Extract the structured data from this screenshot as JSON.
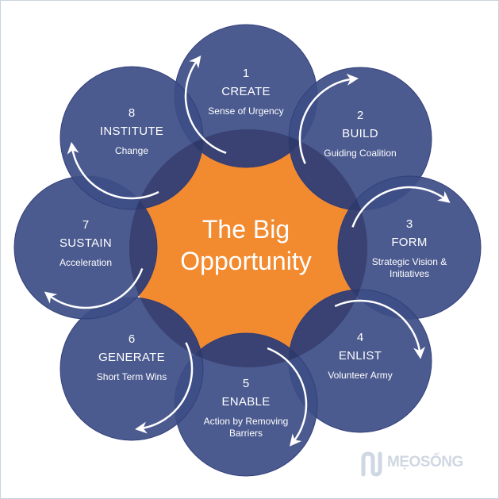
{
  "colors": {
    "circle_fill": "#3d4d86",
    "circle_overlap": "#2c3566",
    "center_fill": "#f28a30",
    "text": "#ffffff",
    "arrow": "#ffffff"
  },
  "center": {
    "line1": "The Big",
    "line2": "Opportunity"
  },
  "steps": [
    {
      "number": "1",
      "title": "CREATE",
      "sub1": "Sense of Urgency",
      "sub2": ""
    },
    {
      "number": "2",
      "title": "BUILD",
      "sub1": "Guiding Coalition",
      "sub2": ""
    },
    {
      "number": "3",
      "title": "FORM",
      "sub1": "Strategic Vision &",
      "sub2": "Initiatives"
    },
    {
      "number": "4",
      "title": "ENLIST",
      "sub1": "Volunteer Army",
      "sub2": ""
    },
    {
      "number": "5",
      "title": "ENABLE",
      "sub1": "Action by Removing",
      "sub2": "Barriers"
    },
    {
      "number": "6",
      "title": "GENERATE",
      "sub1": "Short Term Wins",
      "sub2": ""
    },
    {
      "number": "7",
      "title": "SUSTAIN",
      "sub1": "Acceleration",
      "sub2": ""
    },
    {
      "number": "8",
      "title": "INSTITUTE",
      "sub1": "Change",
      "sub2": ""
    }
  ],
  "watermark": {
    "text": "MẸOSỐNG",
    "icon": "meosong-logo-icon"
  }
}
